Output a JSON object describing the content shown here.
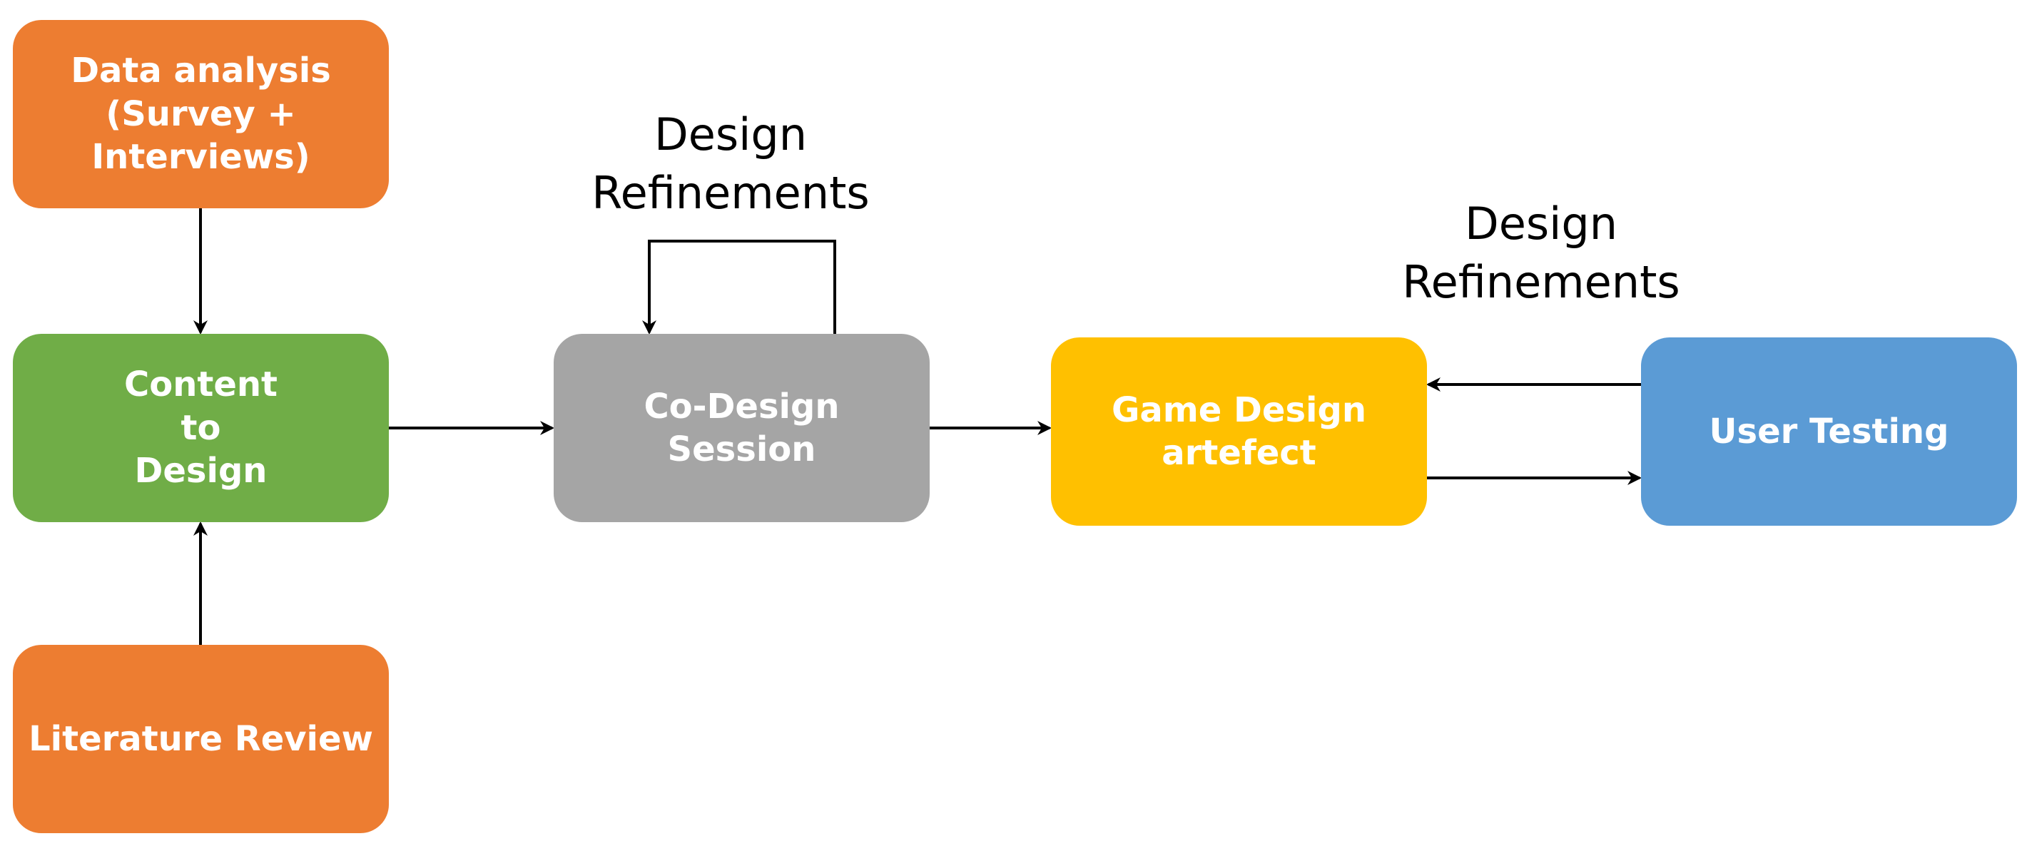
{
  "nodes": {
    "data_analysis": "Data analysis\n(Survey +\nInterviews)",
    "content_to_design": "Content\nto\nDesign",
    "literature_review": "Literature Review",
    "co_design_session": "Co-Design\nSession",
    "game_design_artefact": "Game Design\nartefect",
    "user_testing": "User Testing"
  },
  "labels": {
    "refinements_1": "Design\nRefinements",
    "refinements_2": "Design\nRefinements"
  },
  "colors": {
    "orange": "#ED7D31",
    "green": "#70AD47",
    "gray": "#A5A5A5",
    "yellow": "#FFC000",
    "blue": "#5B9BD5",
    "arrow": "#000000"
  }
}
